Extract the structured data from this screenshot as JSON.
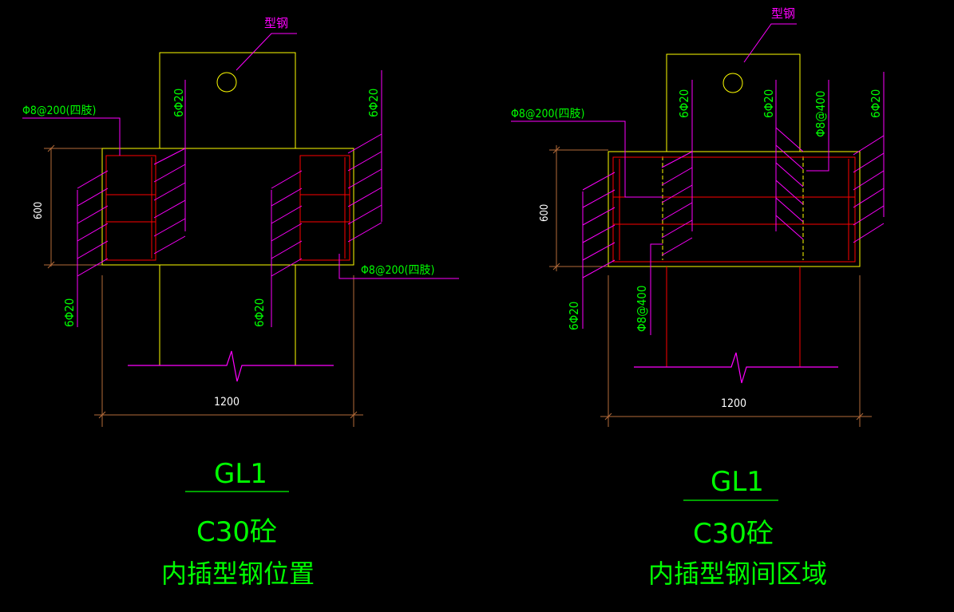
{
  "colors": {
    "background": "#000000",
    "outline": "#ffff00",
    "rebar": "#ff0000",
    "leader": "#ff00ff",
    "dimension": "#b36b3a",
    "text": "#00ff00",
    "label": "#ff00ff"
  },
  "left": {
    "steel_label": "型钢",
    "stirrup_top": "Φ8@200(四肢)",
    "stirrup_right": "Φ8@200(四肢)",
    "bar_top_left": "6Φ20",
    "bar_top_right": "6Φ20",
    "bar_bottom_left": "6Φ20",
    "bar_bottom_mid": "6Φ20",
    "dim_height": "600",
    "dim_width": "1200",
    "name": "GL1",
    "concrete": "C30砼",
    "caption": "内插型钢位置"
  },
  "right": {
    "steel_label": "型钢",
    "stirrup_top": "Φ8@200(四肢)",
    "stirrup_inner_top": "Φ8@400",
    "stirrup_inner_bottom": "Φ8@400",
    "bar_top_left": "6Φ20",
    "bar_top_mid": "6Φ20",
    "bar_top_right": "6Φ20",
    "bar_bottom_left": "6Φ20",
    "dim_height": "600",
    "dim_width": "1200",
    "name": "GL1",
    "concrete": "C30砼",
    "caption": "内插型钢间区域"
  }
}
